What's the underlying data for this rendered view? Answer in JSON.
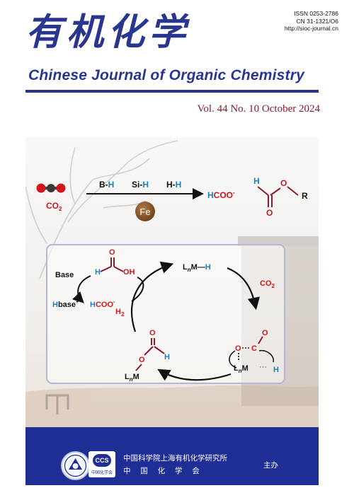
{
  "header": {
    "issn": "ISSN 0253-2786",
    "cn": "CN 31-1321/O6",
    "url": "http://sioc-journal.cn",
    "title_cn": "有机化学",
    "title_en": "Chinese Journal of Organic Chemistry",
    "issue": "Vol. 44 No. 10   October  2024"
  },
  "cover_art": {
    "reaction": {
      "reagent": "CO",
      "reagent_sub": "2",
      "reductant_b": "B-",
      "reductant_b_h": "H",
      "reductant_si": "Si-",
      "reductant_si_h": "H",
      "reductant_h": "H-",
      "reductant_h_h": "H",
      "catalyst": "Fe",
      "product_formate_h": "H",
      "product_formate": "COO",
      "product_formate_charge": "-",
      "product_ester_h": "H",
      "product_ester_o": "O",
      "product_ester_carbonyl_o": "O",
      "product_ester_r": "R"
    },
    "cycle": {
      "base_label": "Base",
      "formic_h": "H",
      "formic_oh": "OH",
      "formic_o": "O",
      "hbase": "base",
      "hbase_h": "H",
      "hbase_charge": "+",
      "hcoo": "COO",
      "hcoo_h": "H",
      "hcoo_charge": "-",
      "h2": "H",
      "h2_sub": "2",
      "lnmh": "M",
      "lnmh_h": "H",
      "ln_l": "L",
      "ln_n": "n",
      "co2": "CO",
      "co2_sub": "2",
      "ts_o": "O",
      "ts_c": "C",
      "ts_o2": "O",
      "ts_m": "M",
      "ts_h": "H",
      "formate_o": "O",
      "formate_o2": "O",
      "formate_h": "H",
      "formate_m": "M"
    }
  },
  "footer": {
    "org1": "中国科学院上海有机化学研究所",
    "org2": "中　 国　 化　 学　 会",
    "sponsor": "主办",
    "logo_ccs": "CCS",
    "logo_ccs_sub": "中国化学会"
  },
  "colors": {
    "brand_blue": "#2a3590",
    "footer_blue": "#1f2e95",
    "issue_red": "#8a1c2b",
    "hydrogen_blue": "#1b7fc4",
    "oxygen_red": "#d0161f",
    "carbon_dark": "#333333",
    "fe_bronze": "#8b5a2b",
    "cycle_border": "#b7b4d6"
  }
}
